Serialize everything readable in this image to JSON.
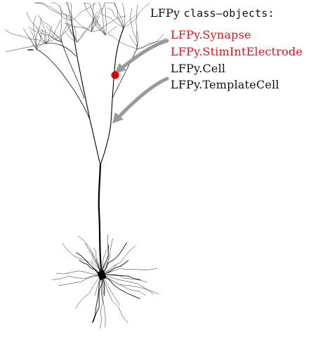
{
  "title": {
    "prefix": "LFPy",
    "suffix": "class—objects:"
  },
  "classes": [
    {
      "label": "LFPy.Synapse",
      "color": "#e0141e"
    },
    {
      "label": "LFPy.StimIntElectrode",
      "color": "#e0141e"
    },
    {
      "label": "LFPy.Cell",
      "color": "#111111"
    },
    {
      "label": "LFPy.TemplateCell",
      "color": "#111111"
    }
  ],
  "colors": {
    "arrow": "#9a9a9a",
    "marker": "#e00000",
    "neuron": "#000000"
  }
}
